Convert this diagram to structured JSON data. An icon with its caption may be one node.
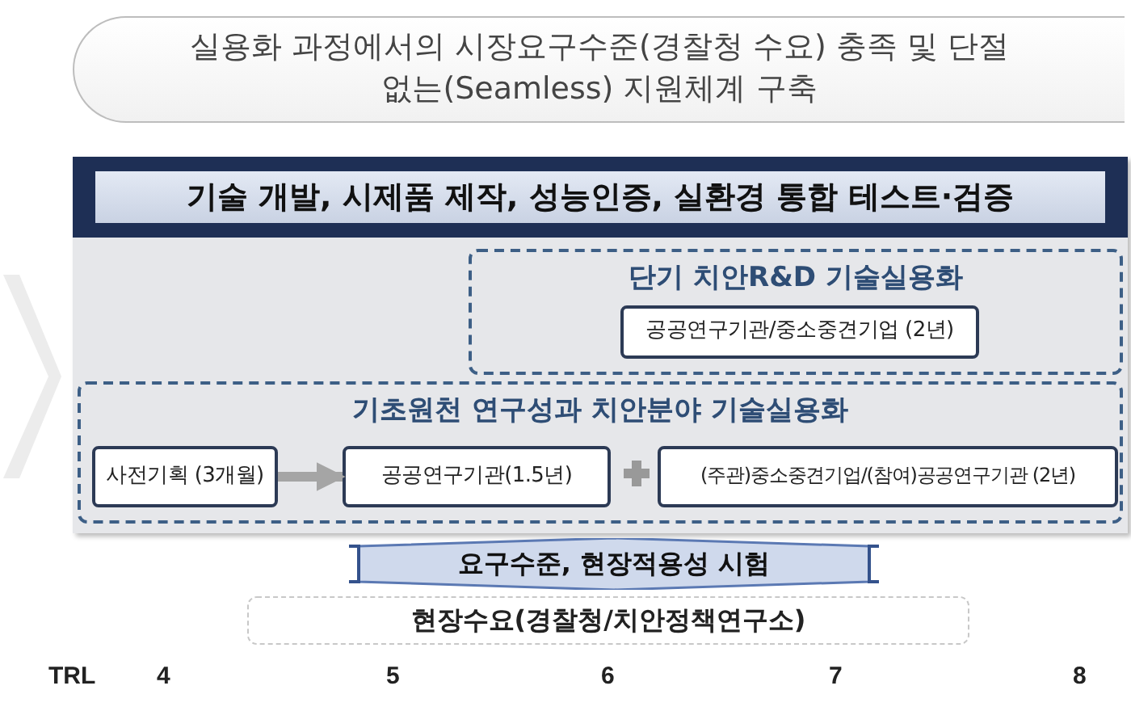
{
  "diagram": {
    "nodes": [
      {
        "text": [
          "실용화 과정에서의 시장요구수준(경찰청 수요) 충족 및 단절 없는(Seamless) 지원체계 구축"
        ]
      },
      {
        "text": [
          "기술 개발, 시제품 제작, 성능인증, 실환경 통합 테스트·검증"
        ]
      },
      {
        "text": [
          "단기 치안R&D 기술실용화"
        ],
        "in": 1
      },
      {
        "text": [
          "공공연구기관/중소중견기업 (2년)"
        ],
        "in": 2
      },
      {
        "text": [
          "기초원천 연구성과 치안분야 기술실용화"
        ],
        "in": 1
      },
      {
        "text": [
          "사전기획 (3개월)"
        ],
        "in": 4
      },
      {
        "text": [
          "공공연구기관(1.5년)"
        ],
        "in": 4
      },
      {
        "text": [
          "(주관)중소중견기업/(참여)공공연구기관 (2년)"
        ],
        "in": 4
      },
      {
        "text": [
          "요구수준, 현장적용성 시험"
        ]
      },
      {
        "text": [
          "현장수요(경찰청/치안정책연구소)"
        ]
      }
    ],
    "edges": [
      {
        "from": 5,
        "to": 6,
        "arrow": "to"
      }
    ],
    "labels": [
      "TRL",
      "4",
      "5",
      "6",
      "7",
      "8"
    ]
  }
}
